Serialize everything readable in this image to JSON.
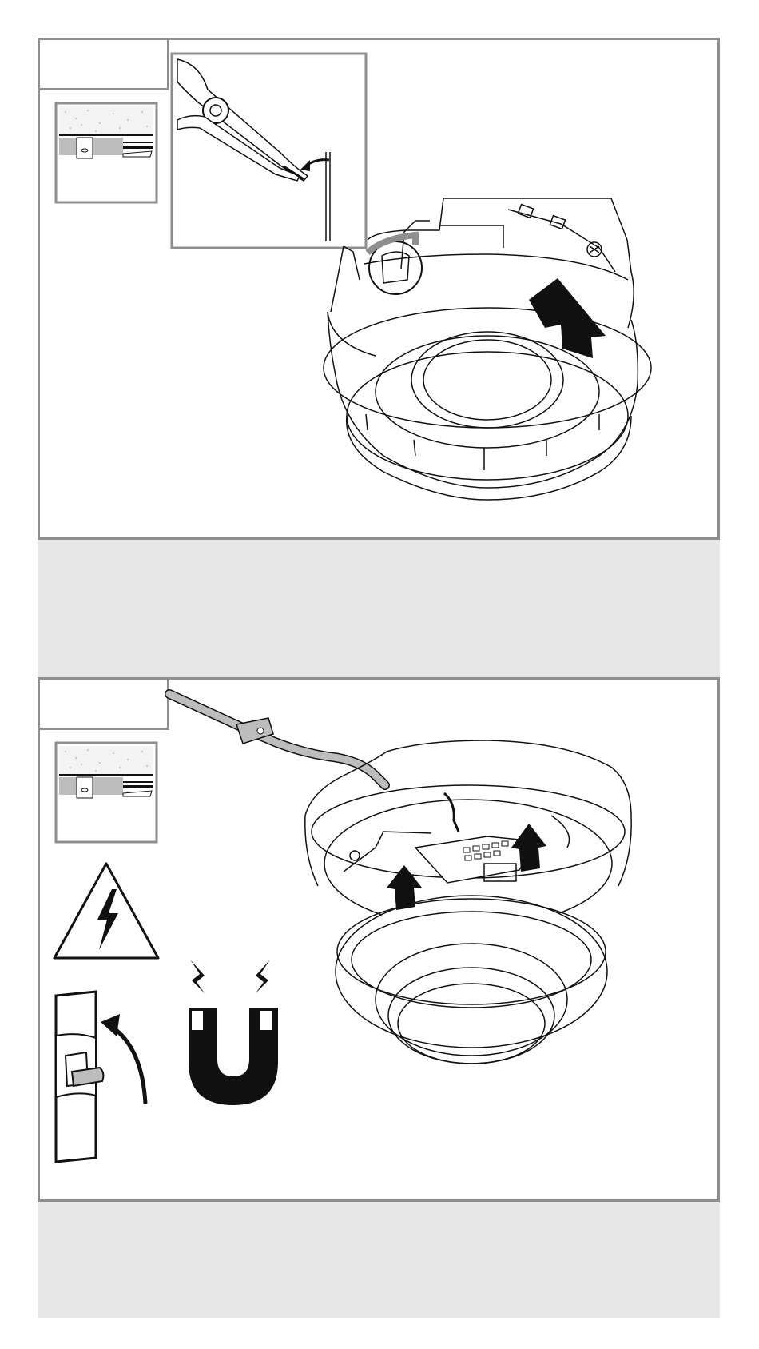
{
  "steps": [
    {
      "number": "",
      "illustrations": [
        "ceiling-mount-inset",
        "pliers-bend-wire-inset",
        "lamp-base-push-up",
        "up-arrow"
      ],
      "caption": ""
    },
    {
      "number": "",
      "illustrations": [
        "ceiling-mount-inset",
        "high-voltage-warning-icon",
        "circuit-breaker-switch-icon",
        "magnet-icon",
        "safety-cable",
        "lamp-cover-attach",
        "up-arrow"
      ],
      "caption": ""
    }
  ],
  "colors": {
    "frame": "#8e8e8e",
    "band": "#e7e7e7",
    "ink": "#111111",
    "fill_grey": "#bdbdbd"
  }
}
